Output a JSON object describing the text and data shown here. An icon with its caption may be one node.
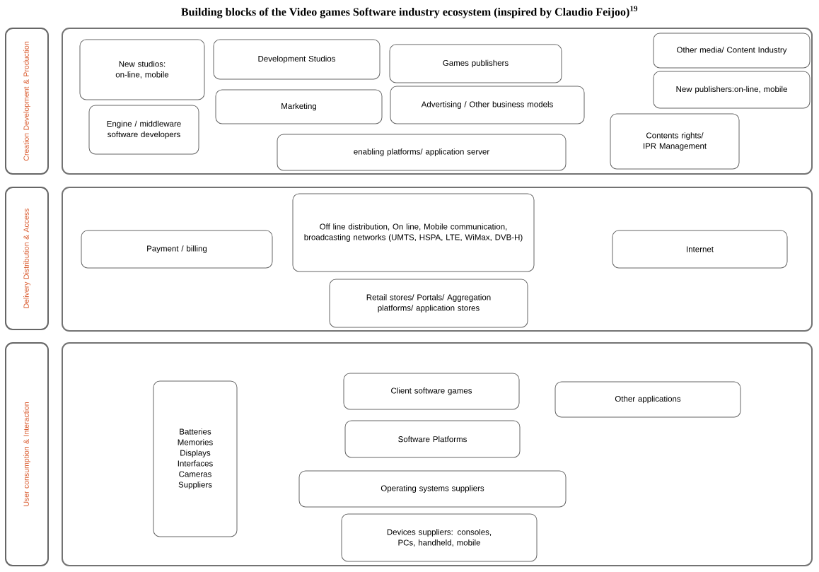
{
  "diagram": {
    "title": "Building blocks of the Video games Software industry ecosystem (inspired by Claudio Feijoo)$^{19}$",
    "nodes": [
      {
        "text": [
          "Creation Development & Production"
        ]
      },
      {
        "text": [],
        "shape": "box"
      },
      {
        "text": [
          "New studios: on-line, mobile"
        ],
        "in": 1
      },
      {
        "text": [
          "Development Studios"
        ],
        "in": 1
      },
      {
        "text": [
          "Games publishers"
        ],
        "in": 1
      },
      {
        "text": [
          "Other media/ Content Industry"
        ],
        "in": 1
      },
      {
        "text": [
          "New publishers:on-line, mobile"
        ],
        "in": 1
      },
      {
        "text": [
          "Marketing"
        ],
        "in": 1
      },
      {
        "text": [
          "Advertising / Other business models"
        ],
        "in": 1
      },
      {
        "text": [
          "Engine / middleware software developers"
        ],
        "in": 1
      },
      {
        "text": [
          "Contents rights/ IPR Management"
        ],
        "in": 1
      },
      {
        "text": [
          "enabling platforms/ application server"
        ],
        "in": 1
      },
      {
        "text": [
          "Delivery Distribution & Access"
        ]
      },
      {
        "text": [],
        "shape": "box"
      },
      {
        "text": [
          "Payment / billing"
        ],
        "in": 13
      },
      {
        "text": [
          "Off line distribution, On line, Mobile communication, broadcasting networks (UMTS, HSPA, LTE, WiMax, DVB-H)"
        ],
        "in": 13
      },
      {
        "text": [
          "Internet"
        ],
        "in": 13
      },
      {
        "text": [
          "Retail stores/ Portals/ Aggregation platforms/ application stores"
        ],
        "in": 13
      },
      {
        "text": [
          "User consumption & Interaction"
        ]
      },
      {
        "text": [],
        "shape": "box"
      },
      {
        "text": [
          "Batteries Memories Displays Interfaces Cameras Suppliers"
        ],
        "in": 19
      },
      {
        "text": [
          "Client software games"
        ],
        "in": 19
      },
      {
        "text": [
          "Other applications"
        ],
        "in": 19
      },
      {
        "text": [
          "Software Platforms"
        ],
        "in": 19
      },
      {
        "text": [
          "Operating systems suppliers"
        ],
        "in": 19
      },
      {
        "text": [
          "Devices suppliers: consoles, PCs, handheld, mobile"
        ],
        "in": 19
      }
    ]
  }
}
